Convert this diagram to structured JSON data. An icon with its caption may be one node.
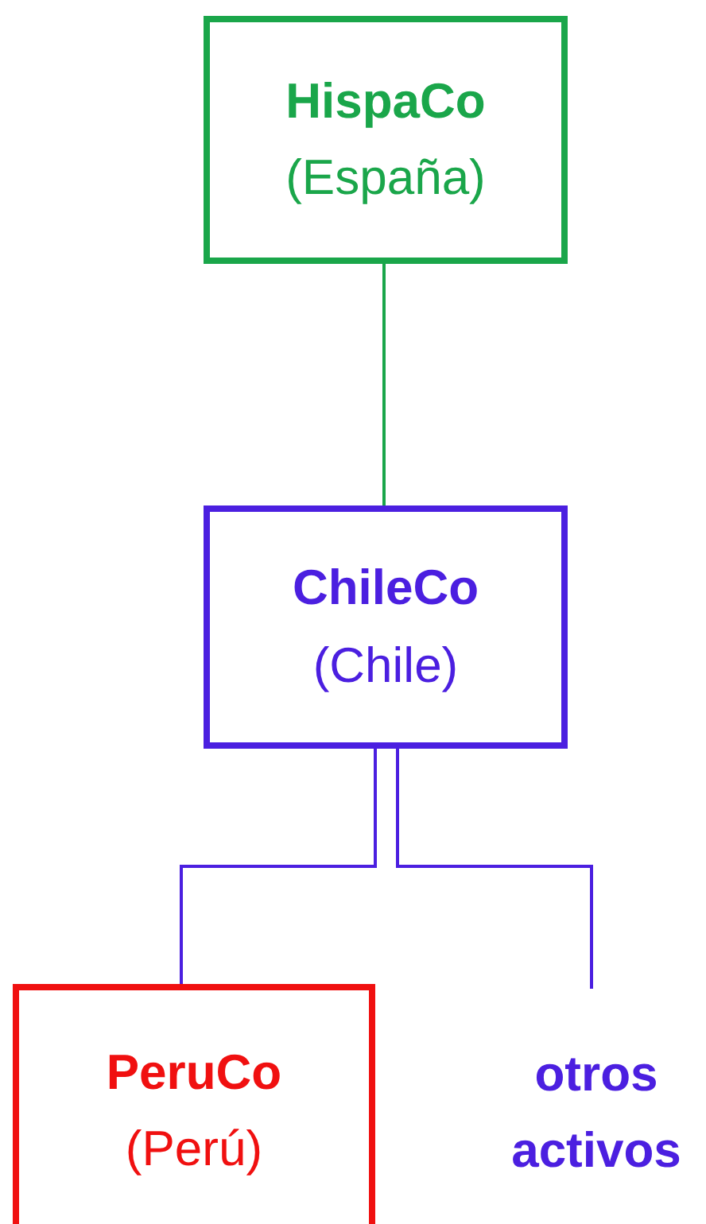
{
  "diagram": {
    "nodes": [
      {
        "text": [
          "HispaCo",
          "(España)"
        ]
      },
      {
        "text": [
          "ChileCo",
          "(Chile)"
        ]
      },
      {
        "text": [
          "PeruCo",
          "(Perú)"
        ]
      },
      {
        "text": [
          "otros activos"
        ]
      }
    ],
    "edges": [
      {
        "from": 0,
        "to": 1,
        "arrow": "none",
        "color": "#1aa64a"
      },
      {
        "from": 1,
        "to": 2,
        "arrow": "none"
      },
      {
        "from": 1,
        "to": 3,
        "arrow": "none"
      }
    ]
  }
}
